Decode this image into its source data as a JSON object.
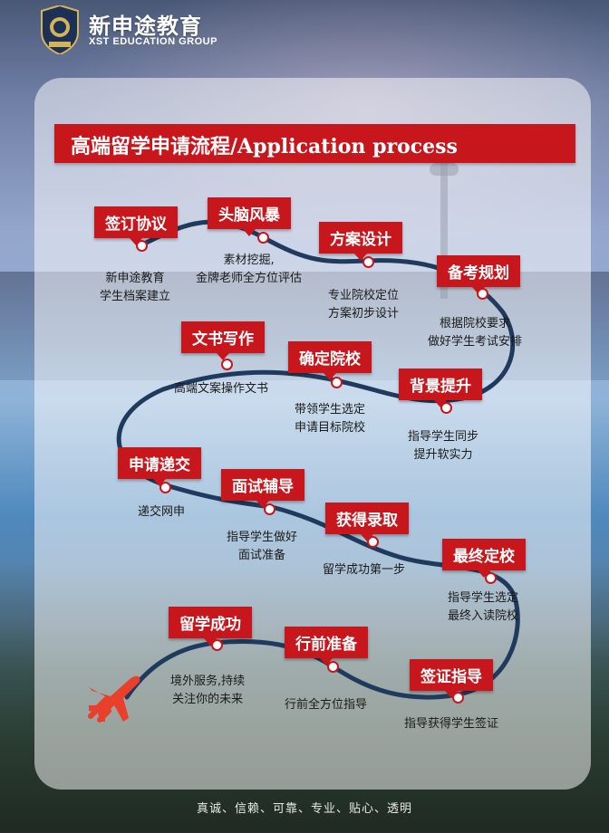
{
  "header": {
    "brand_cn": "新申途教育",
    "brand_en": "XST EDUCATION GROUP"
  },
  "title": "高端留学申请流程/Application process",
  "colors": {
    "accent": "#c8161d",
    "path": "#1f3a5c"
  },
  "steps": [
    {
      "label": "签订协议",
      "desc": [
        "新申途教育",
        "学生档案建立"
      ]
    },
    {
      "label": "头脑风暴",
      "desc": [
        "素材挖掘,",
        "金牌老师全方位评估"
      ]
    },
    {
      "label": "方案设计",
      "desc": [
        "专业院校定位",
        "方案初步设计"
      ]
    },
    {
      "label": "备考规划",
      "desc": [
        "根据院校要求",
        "做好学生考试安排"
      ]
    },
    {
      "label": "背景提升",
      "desc": [
        "指导学生同步",
        "提升软实力"
      ]
    },
    {
      "label": "确定院校",
      "desc": [
        "带领学生选定",
        "申请目标院校"
      ]
    },
    {
      "label": "文书写作",
      "desc": [
        "高端文案操作文书"
      ]
    },
    {
      "label": "申请递交",
      "desc": [
        "递交网申"
      ]
    },
    {
      "label": "面试辅导",
      "desc": [
        "指导学生做好",
        "面试准备"
      ]
    },
    {
      "label": "获得录取",
      "desc": [
        "留学成功第一步"
      ]
    },
    {
      "label": "最终定校",
      "desc": [
        "指导学生选定",
        "最终入读院校"
      ]
    },
    {
      "label": "签证指导",
      "desc": [
        "指导获得学生签证"
      ]
    },
    {
      "label": "行前准备",
      "desc": [
        "行前全方位指导"
      ]
    },
    {
      "label": "留学成功",
      "desc": [
        "境外服务,持续",
        "关注你的未来"
      ]
    }
  ],
  "icons": {
    "logo": "lion-shield-icon",
    "plane": "airplane-icon"
  },
  "footer": "真诚、信赖、可靠、专业、贴心、透明"
}
